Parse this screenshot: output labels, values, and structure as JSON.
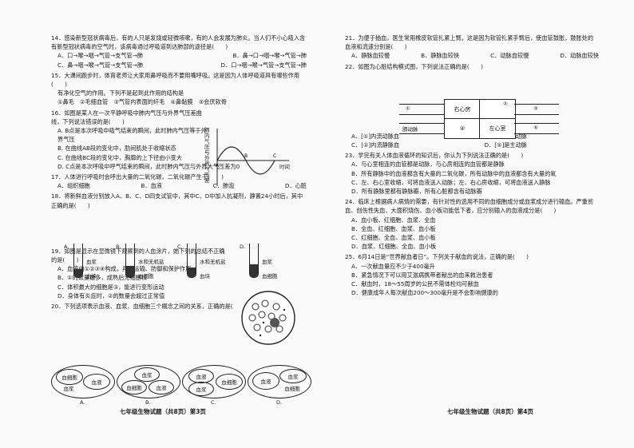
{
  "left": {
    "q14": {
      "stem": "14．感染新型冠状病毒后，有的人只是发烧或轻微咳嗽，有的人会发展为肺炎。当人们不小心吸入含有新型冠状病毒的空气时，该病毒通过呼吸道到达肺部的途径是(　　)",
      "a": "A．口→喉→咽→气管→支气管→肺",
      "b": "B．鼻→口→咽→喉→气管→肺",
      "c": "C．鼻→咽→喉→气管→支气管→肺",
      "d": "D．口→咽→喉→气管→支气管→肺"
    },
    "q15": {
      "stem": "15．大课间跑步时，体育老师让大家用鼻呼吸而不要用嘴呼吸。这是因为人体呼吸道具有哪些作用(　　)",
      "line": "有净化空气的作用。下列不是起到此作用的结构是",
      "opts": "①鼻毛　②毛细血管　③气管内表面的纤毛　④鼻黏膜　⑤会厌软骨"
    },
    "q16": {
      "stem": "16．如图是某人在一次平静呼吸中肺内气压与外界气压差曲线，下列说法错误的是(　　)",
      "a": "A. B点是本次呼吸中吸气结束的瞬间，此时肺内气压等于外界气压",
      "b": "B. 在曲线AB段的变化中，肋间肌处于收缩状态",
      "c": "C. 在曲线BC段的变化中，胸廓的上下径由小变大",
      "d": "D. C点是本次呼吸中呼气结束的瞬间，此时肺内气压与外界大气压差为0",
      "ylabel": "肺内气压与外界气压差",
      "xlabel": "时间"
    },
    "q17": {
      "stem": "17．人体进行呼吸时会呼出大量的二氧化碳，二氧化碳产生于(　　)",
      "a": "A．组织细胞",
      "b": "B．血液",
      "c": "C．肺泡",
      "d": "D．心脏"
    },
    "q18": {
      "stem": "18．将新鲜血液分别放入A、B、C、D四支试管中，其中C、D中加入抗凝剂，静置24小时后，其中正确的是(　　)",
      "tubes": [
        "A.",
        "B.",
        "C.",
        "D."
      ],
      "labels": [
        "血浆",
        "血块",
        "水和无机盐",
        "血细胞",
        "水和无机盐",
        "血块",
        "血浆",
        "血细胞"
      ]
    },
    "q19": {
      "stem": "19．如图是显示在显微镜下观察到的人血涂片，她下列的总结不正确的是(　　)",
      "a": "A．血液由①②③④构成，具有运输、防御和保护作用",
      "b": "B．①的数量最多，成熟后无细胞核",
      "c": "C．体积最大的细胞是③，能进行变形运动",
      "d": "D．身体有炎症时，②的数量会超过正常值"
    },
    "q20": {
      "stem": "20．下列选项表示血液、血浆、血细胞三个概念之间的关系，正确的是(　　)",
      "opts": [
        "A.",
        "B.",
        "C.",
        "D."
      ],
      "terms": [
        "血细胞",
        "血浆",
        "血液",
        "血浆",
        "血细胞",
        "血液",
        "血液",
        "血浆",
        "血细胞",
        "血液",
        "血浆",
        "血细胞"
      ]
    },
    "footer": "七年级生物试题（共8页）第3页"
  },
  "right": {
    "q21": {
      "stem": "21．为便于抽血，医生常用橡皮软管扎紧上臂。这是因为软管扎紧手臂后，使血管鼓胀，鼓胀处的血液和流速分别是(　　)",
      "a": "A．静脉血较慢",
      "b": "B．静脉血较快",
      "c": "C．动脉血较慢",
      "d": "D．动脉血较快"
    },
    "q22": {
      "stem": "22．如图为心脏结构模式图，下列说法正确的是(　　)",
      "heart": [
        "右心房",
        "④",
        "左心室",
        "①",
        "②",
        "③",
        "⑤",
        "肺动脉"
      ],
      "a": "A．[①]内流动脉血",
      "b": "B．[③]是肺动脉",
      "c": "C．[②]内流静脉血",
      "d": "D．[⑤]是主动脉"
    },
    "q23": {
      "stem": "23．学完有关人体血液循环的知识后，你认为下列说法正确的是(　　)",
      "a": "A．与心室相连的血管都是动脉，与心房相连的血管都是静脉",
      "b": "B．所有静脉中的血液都含有大量的二氧化碳，所有动脉中的血液都含有大量的氧",
      "c": "C．左、右心室收缩，可将血液送入动脉；左、右心房收缩，可将血液送入静脉",
      "d": "D．所有静脉里都有静脉瓣，所有心脏都含有动脉瓣"
    },
    "q24": {
      "stem": "24．临床上根据病人病情的需要，有针对性的选用不同的血细胞成分或血浆成分进行输血。严重贫血、创伤性失血、大面积烧伤、血小板功能低下者，应分别输入的血液成分是(　　)",
      "a": "A．血小板、红细胞、血浆、全血",
      "b": "B．全血、红细胞、血浆、血小板",
      "c": "C．红细胞、全血、血浆、血小板",
      "d": "D．血浆、红细胞、全血、血小板"
    },
    "q25": {
      "stem": "25．6月14日是“世界献血者日”。下列关于献血的说法，正确的是(　　)",
      "a": "A．一次献血量应不少于400毫升",
      "b": "B．紧急情况下可以用艾滋病携带者献出的血来救治患者",
      "c": "C．献血时，18～55周岁的公民不需体检均可献血",
      "d": "D．健康成年人每次献血200～300毫升是不会影响健康的"
    },
    "footer": "七年级生物试题（共8页）第4页"
  }
}
